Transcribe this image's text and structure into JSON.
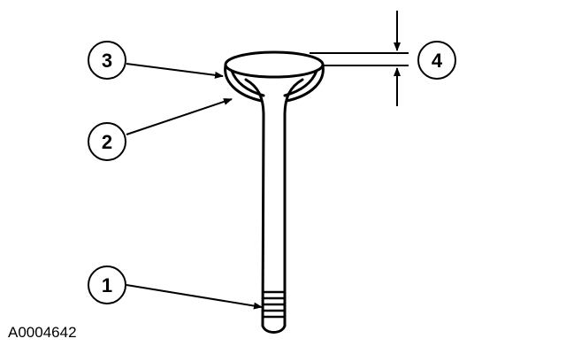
{
  "figure_id": "A0004642",
  "callouts": [
    {
      "label": "1"
    },
    {
      "label": "2"
    },
    {
      "label": "3"
    },
    {
      "label": "4"
    }
  ],
  "colors": {
    "line": "#000000",
    "background": "#ffffff"
  }
}
